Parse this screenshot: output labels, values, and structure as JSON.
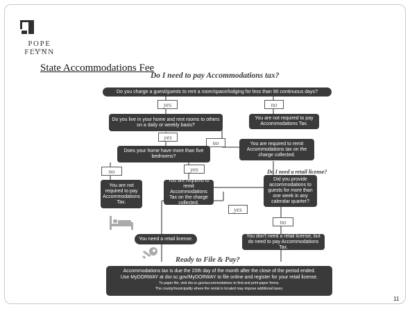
{
  "logo": {
    "name": "POPE FLYNN",
    "sub": "GROUP"
  },
  "slide_title": "State Accommodations Fee",
  "chart_title": "Do I need to pay Accommodations tax?",
  "nodes": {
    "q1": "Do you charge a guest/guests to rent a room/space/lodging for less than 90 continuous days?",
    "q2": "Do you live in your home and rent rooms to others on a daily or weekly basis?",
    "r_not_required_1": "You are not required to pay Accommodations Tax.",
    "r_required_remit_1": "You are required to remit Accommodations tax on the charge collected.",
    "q3": "Does your home have more than five bedrooms?",
    "r_not_required_2": "You are not required to pay Accommodations Tax.",
    "r_required_remit_2": "You are required to remit Accommodations Tax on the charge collected.",
    "retail_question": "Do I need a retail license?",
    "q4": "Did you provide accommodations to guests for more than one week in any calendar quarter?",
    "r_retail_yes": "You need a retail license.",
    "r_retail_no": "You don't need a retail license, but do need to pay Accommodations Tax."
  },
  "answers": {
    "yes": "yes",
    "no": "no"
  },
  "ready": "Ready to File & Pay?",
  "footer": {
    "line1": "Accommodations tax is due the 20th day of the month after the close of the period ended.",
    "line2": "Use MyDORWAY at dor.sc.gov/MyDORWAY to file online and register for your retail license.",
    "line3": "To paper file, visit dor.sc.gov/accommodations to find and print paper forms.",
    "line4": "The county/municipality where the rental is located may impose additional taxes."
  },
  "page_number": "11",
  "colors": {
    "box": "#3a3a3a",
    "text_on_box": "#ffffff",
    "connector": "#555555"
  }
}
